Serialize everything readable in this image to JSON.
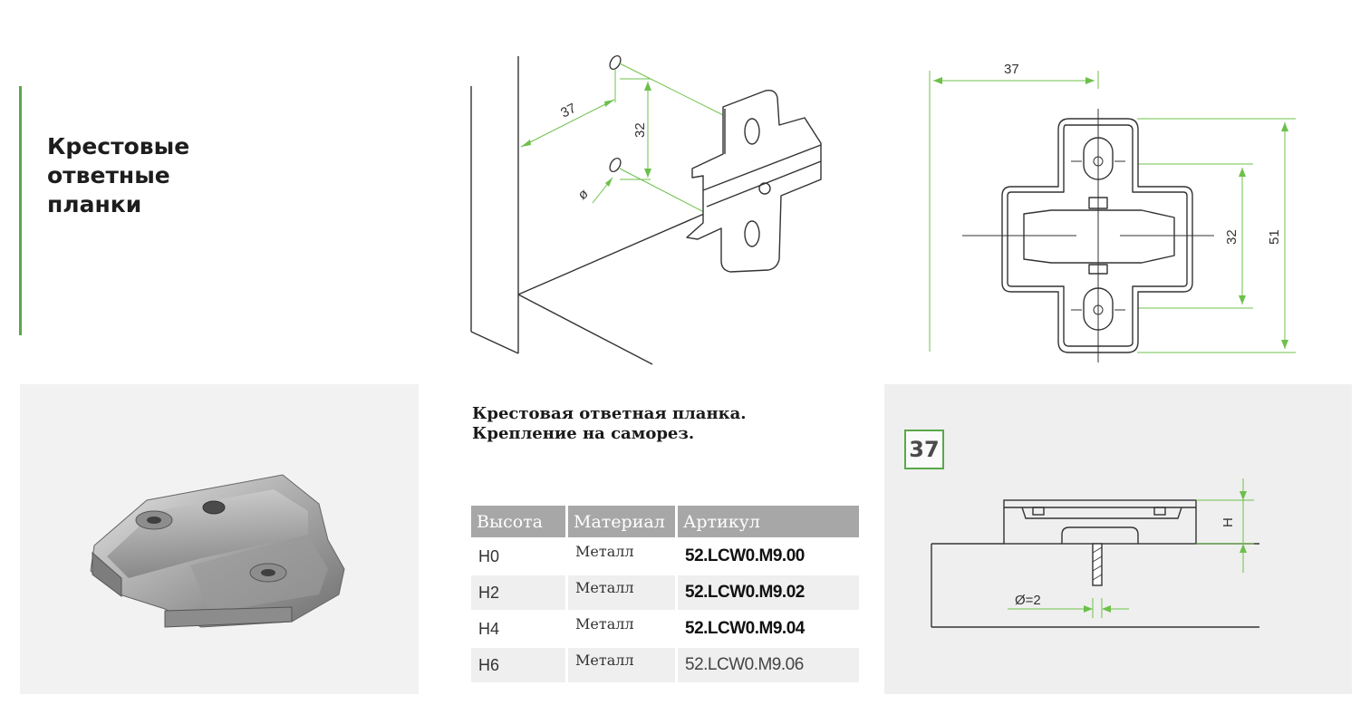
{
  "section": {
    "title_lines": [
      "Крестовые",
      "ответные",
      "планки"
    ]
  },
  "iso_drawing": {
    "dim_37": "37",
    "dim_32": "32",
    "dim_diameter": "ø"
  },
  "front_drawing": {
    "dim_37": "37",
    "dim_32": "32",
    "dim_51": "51"
  },
  "product": {
    "title_line1": "Крестовая ответная планка.",
    "title_line2": "Крепление на саморез."
  },
  "table": {
    "headers": [
      "Высота",
      "Материал",
      "Артикул"
    ],
    "rows": [
      {
        "height": "H0",
        "material": "Металл",
        "article": "52.LCW0.M9.00"
      },
      {
        "height": "H2",
        "material": "Металл",
        "article": "52.LCW0.M9.02"
      },
      {
        "height": "H4",
        "material": "Металл",
        "article": "52.LCW0.M9.04"
      },
      {
        "height": "H6",
        "material": "Металл",
        "article": "52.LCW0.M9.06"
      }
    ]
  },
  "detail": {
    "badge": "37",
    "dim_h": "H",
    "dim_diameter": "Ø=2"
  },
  "colors": {
    "accent": "#5aa84a",
    "dimension_line": "#6cc04a",
    "table_header": "#a7a7a7"
  }
}
